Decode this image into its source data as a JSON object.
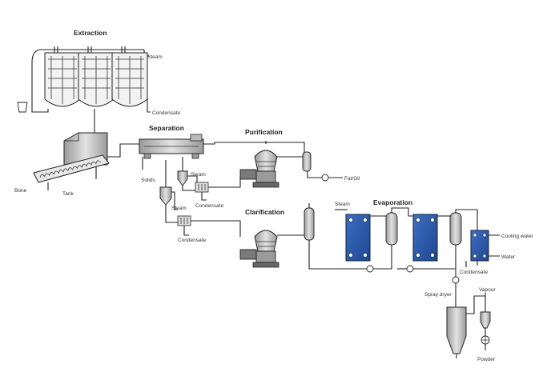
{
  "stages": {
    "extraction": "Extraction",
    "separation": "Separation",
    "purification": "Purification",
    "clarification": "Clarification",
    "evaporation": "Evaporation"
  },
  "labels": {
    "steam_extraction": "Steam",
    "condensate_extraction": "Condensate",
    "bone": "Bone",
    "tank": "Tank",
    "solids": "Solids",
    "steam_sep1": "Steam",
    "condensate_sep1": "Condensate",
    "steam_sep2": "Steam",
    "condensate_sep2": "Condensate",
    "fat_oil": "Fat/Oil",
    "steam_evap": "Steam",
    "cooling_water": "Cooling water",
    "water": "Water",
    "condensate_evap": "Condensate",
    "spray_dryer": "Spray dryer",
    "vapour": "Vapour",
    "powder": "Powder"
  },
  "colors": {
    "equipment_gray": "#c8c8c8",
    "equipment_dark": "#8a8a8a",
    "plate_blue": "#2a5aa8",
    "line": "#222222"
  }
}
